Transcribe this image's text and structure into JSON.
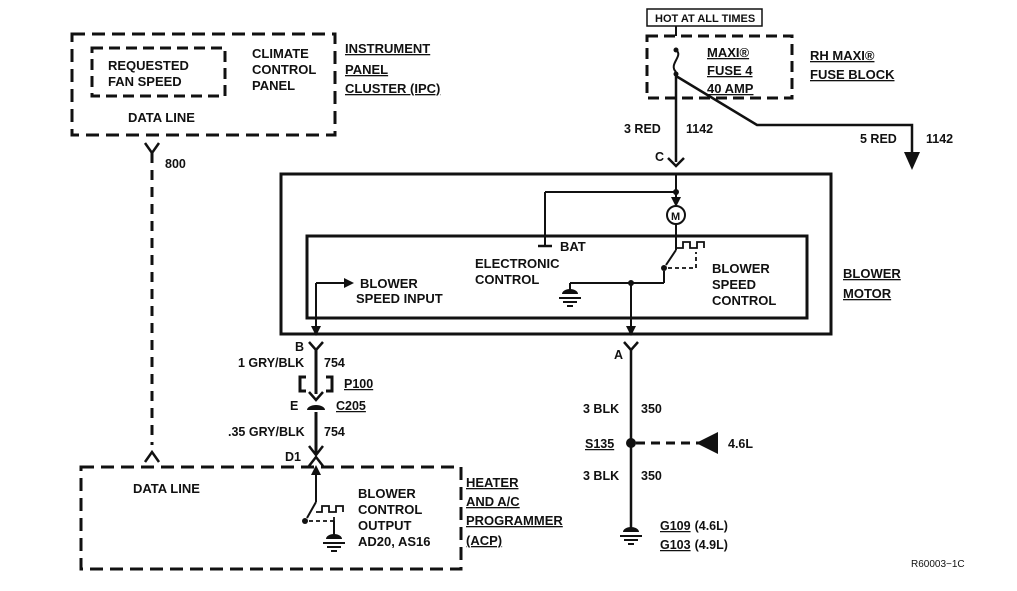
{
  "ipc": {
    "requested_line1": "REQUESTED",
    "requested_line2": "FAN SPEED",
    "climate_line1": "CLIMATE",
    "climate_line2": "CONTROL",
    "climate_line3": "PANEL",
    "data_line": "DATA LINE",
    "name_line1": "INSTRUMENT",
    "name_line2": "PANEL",
    "name_line3": "CLUSTER (IPC)"
  },
  "data_circuit": "800",
  "fuse": {
    "hot_label": "HOT AT ALL TIMES",
    "line1": "MAXI®",
    "line2": "FUSE 4",
    "line3": "40 AMP",
    "block_line1": "RH MAXI®",
    "block_line2": "FUSE BLOCK"
  },
  "wires": {
    "red3": "3 RED",
    "red3_circuit": "1142",
    "red5": "5 RED",
    "red5_circuit": "1142",
    "gry1": "1 GRY/BLK",
    "gry1_circuit": "754",
    "gry035": ".35 GRY/BLK",
    "gry035_circuit": "754",
    "blk_upper": "3 BLK",
    "blk_upper_circuit": "350",
    "blk_lower": "3 BLK",
    "blk_lower_circuit": "350"
  },
  "connectors": {
    "c": "C",
    "b": "B",
    "a": "A",
    "e": "E",
    "d1": "D1",
    "p100": "P100",
    "c205": "C205",
    "s135": "S135",
    "engine": "4.6L"
  },
  "blower": {
    "motor_symbol": "M",
    "bat": "BAT",
    "electronic_line1": "ELECTRONIC",
    "electronic_line2": "CONTROL",
    "input_line1": "BLOWER",
    "input_line2": "SPEED INPUT",
    "speed_line1": "BLOWER",
    "speed_line2": "SPEED",
    "speed_line3": "CONTROL",
    "name_line1": "BLOWER",
    "name_line2": "MOTOR"
  },
  "acp": {
    "data_line": "DATA LINE",
    "output_line1": "BLOWER",
    "output_line2": "CONTROL",
    "output_line3": "OUTPUT",
    "output_line4": "AD20, AS16",
    "name_line1": "HEATER",
    "name_line2": "AND A/C",
    "name_line3": "PROGRAMMER",
    "name_line4": "(ACP)"
  },
  "grounds": {
    "g109": "G109",
    "g109_engine": "(4.6L)",
    "g103": "G103",
    "g103_engine": "(4.9L)"
  },
  "figure_id": "R60003−1C"
}
